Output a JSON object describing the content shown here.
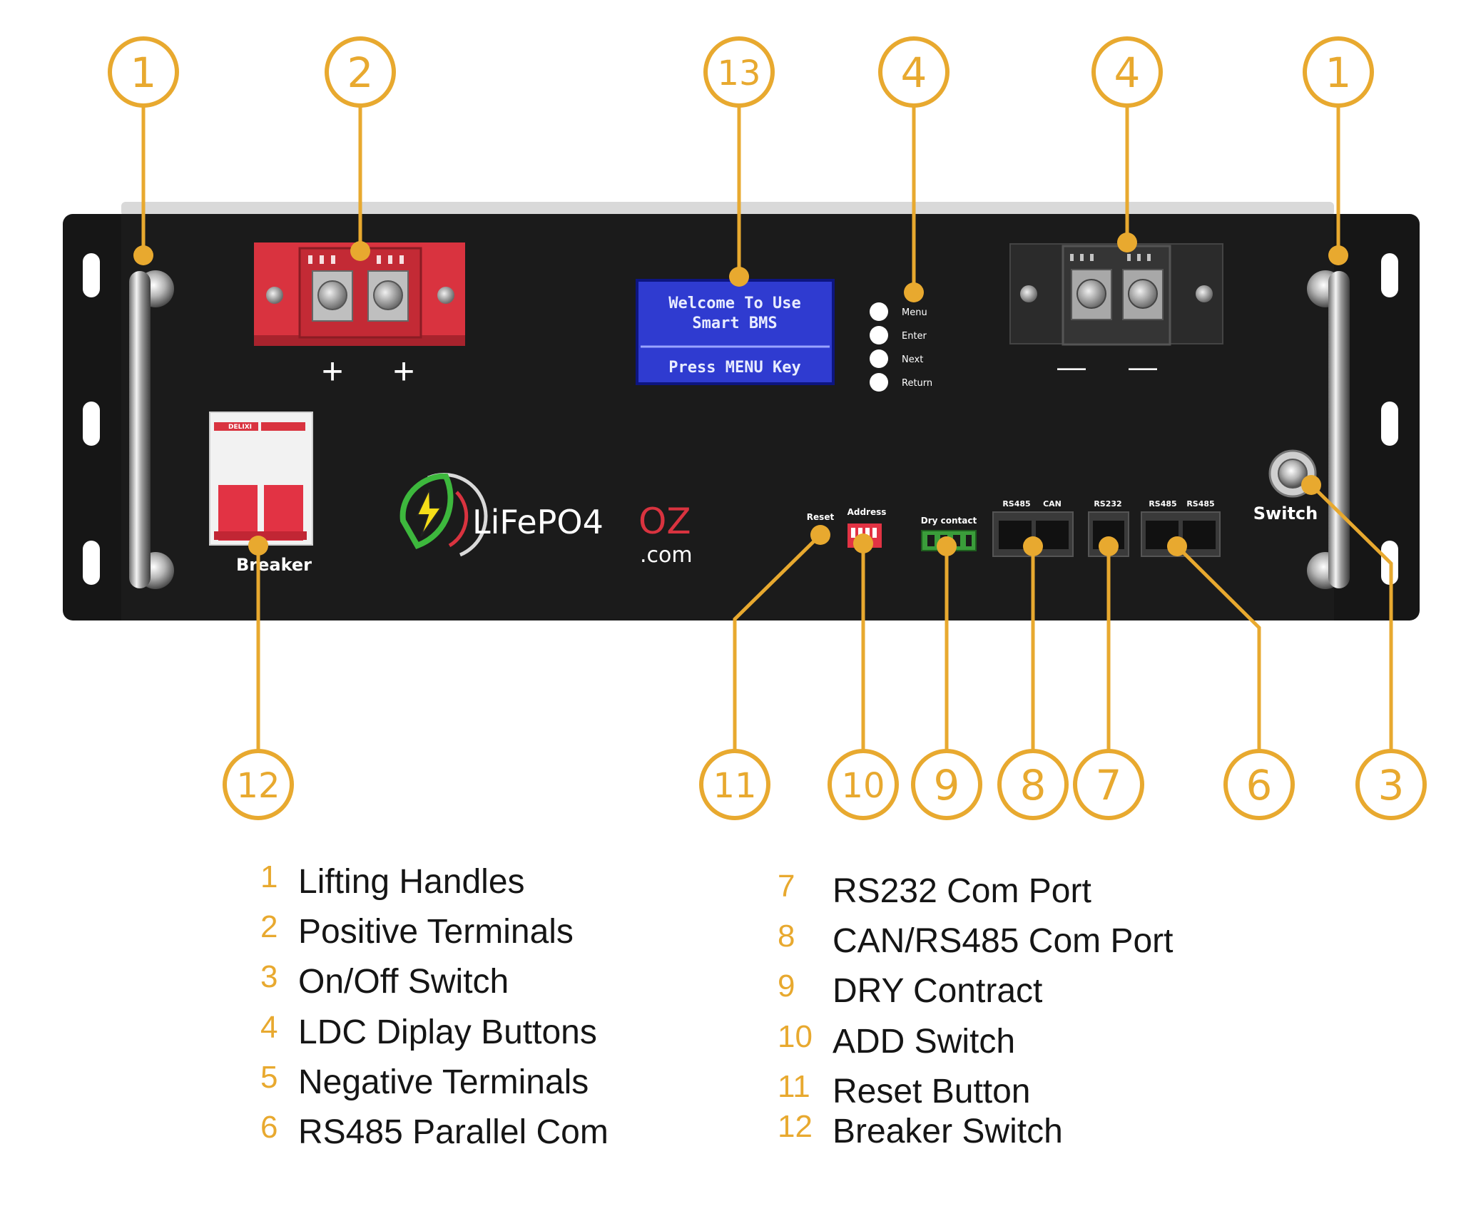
{
  "colors": {
    "accent": "#E8A92F",
    "chassis": "#151515",
    "lcd": "#2F3BD0",
    "positive": "#D9333F",
    "negative": "#2B2B2B"
  },
  "callouts": [
    "1",
    "2",
    "13",
    "4",
    "4",
    "1",
    "12",
    "11",
    "10",
    "9",
    "8",
    "7",
    "6",
    "3"
  ],
  "panel": {
    "lcd_lines": [
      "Welcome To Use",
      "Smart BMS",
      "Press MENU Key"
    ],
    "buttons": [
      "Menu",
      "Enter",
      "Next",
      "Return"
    ],
    "plus": "+",
    "minus": "—",
    "breaker_label": "Breaker",
    "switch_label": "Switch",
    "reset_label": "Reset",
    "address_label": "Address",
    "dry_label": "Dry contact",
    "port_labels": [
      "RS485",
      "CAN",
      "RS232",
      "RS485",
      "RS485"
    ],
    "logo_text": "LiFePO4",
    "logo_oz": "OZ",
    "logo_com": ".com",
    "breaker_brand": "DELIXI"
  },
  "legend_left": [
    {
      "num": "1",
      "text": "Lifting Handles"
    },
    {
      "num": "2",
      "text": "Positive Terminals"
    },
    {
      "num": "3",
      "text": "On/Off Switch"
    },
    {
      "num": "4",
      "text": "LDC Diplay Buttons"
    },
    {
      "num": "5",
      "text": "Negative Terminals"
    },
    {
      "num": "6",
      "text": "RS485 Parallel Com"
    }
  ],
  "legend_right": [
    {
      "num": "7",
      "text": "RS232 Com Port"
    },
    {
      "num": "8",
      "text": "CAN/RS485 Com Port"
    },
    {
      "num": "9",
      "text": "DRY Contract"
    },
    {
      "num": "10",
      "text": "ADD Switch"
    },
    {
      "num": "11",
      "text": "Reset Button"
    },
    {
      "num": "12",
      "text": "Breaker Switch"
    }
  ]
}
